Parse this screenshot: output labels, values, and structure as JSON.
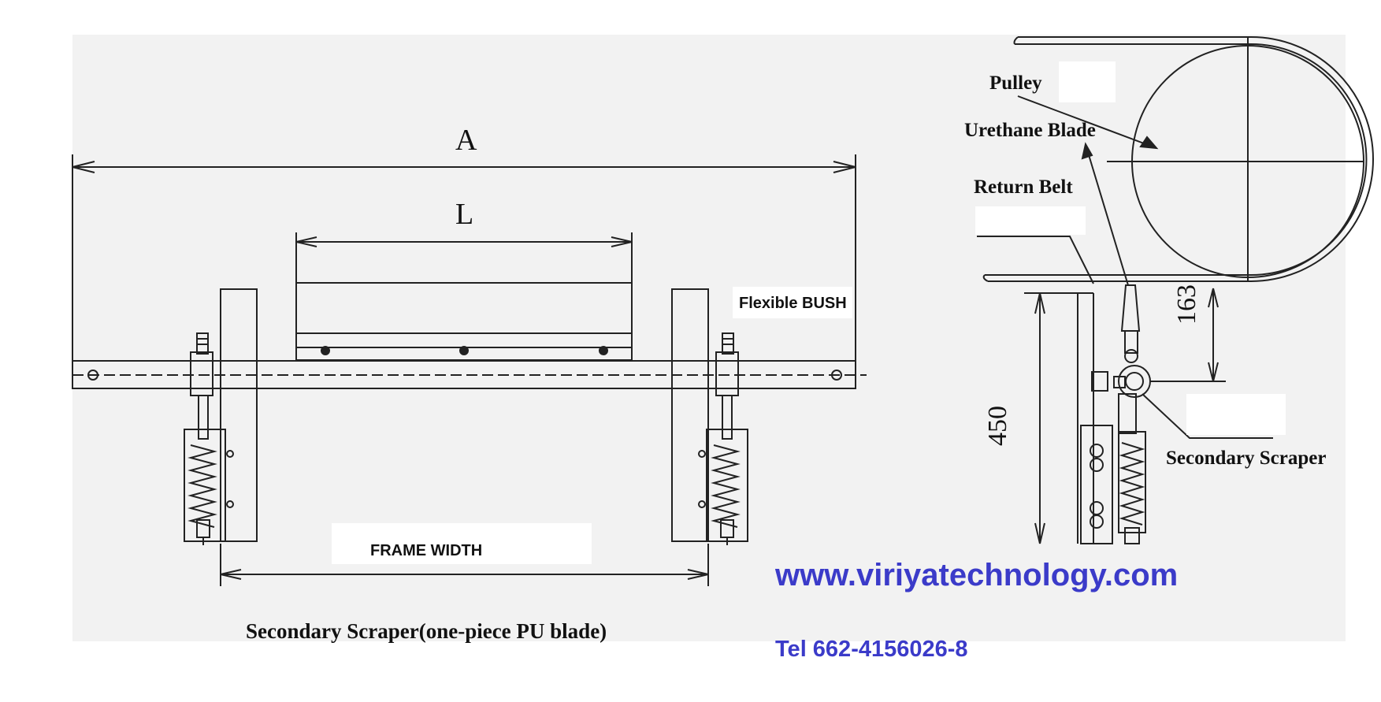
{
  "left_view": {
    "dim_a": "A",
    "dim_l": "L",
    "flexible_bush": "Flexible BUSH",
    "frame_width": "FRAME WIDTH",
    "caption": "Secondary Scraper(one-piece PU blade)"
  },
  "right_view": {
    "pulley": "Pulley",
    "urethane_blade": "Urethane Blade",
    "return_belt": "Return Belt",
    "secondary_scraper": "Secondary Scraper",
    "dim_163": "163",
    "dim_450": "450"
  },
  "contact": {
    "website": "www.viriyatechnology.com",
    "tel": "Tel 662-4156026-8"
  },
  "colors": {
    "line": "#222222",
    "panel": "#f2f2f2",
    "link": "#3b3bc9"
  }
}
